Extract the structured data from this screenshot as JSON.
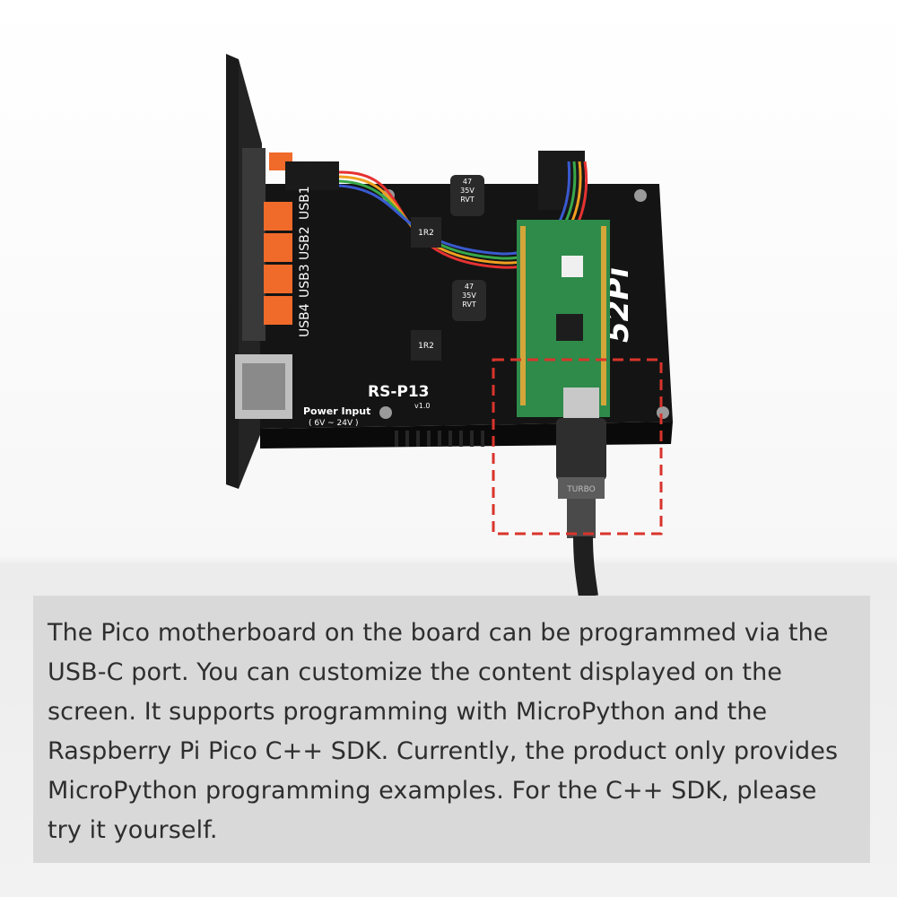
{
  "board": {
    "model": "RS-P13",
    "version": "v1.0",
    "brand": "52Pi",
    "power_label": "Power Input",
    "power_range": "( 6V ~ 24V )",
    "ports": [
      "USB1",
      "USB2",
      "USB3",
      "USB4"
    ],
    "capacitor_label": [
      "47",
      "35V",
      "RVT"
    ],
    "inductor_label": "1R2",
    "cable_label": "TURBO"
  },
  "caption": {
    "text": "The Pico motherboard on the board can be programmed via the USB-C port. You can customize the content displayed on the screen. It supports programming with MicroPython and the Raspberry Pi Pico C++ SDK. Currently, the product only provides MicroPython programming examples. For the C++ SDK, please try it yourself."
  },
  "colors": {
    "highlight_box": "#d9342b",
    "caption_bg": "#d9d9d9",
    "board": "#141414",
    "pico": "#2e8b4a",
    "terminal": "#f06a2a"
  }
}
